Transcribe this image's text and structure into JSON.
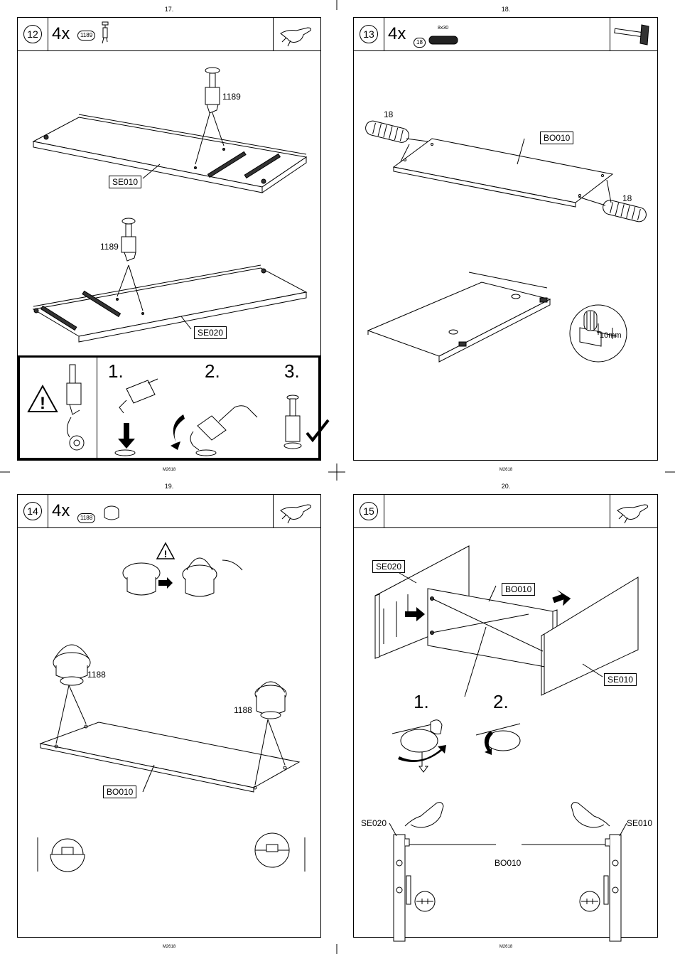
{
  "page_numbers": [
    "17.",
    "18.",
    "19.",
    "20."
  ],
  "doc_code": "M2618",
  "steps": [
    {
      "number": "12",
      "quantity": "4x",
      "part": "1189",
      "labels": {
        "part_a": "1189",
        "part_b": "1189",
        "board_top": "SE010",
        "board_bottom": "SE020"
      },
      "instructions": [
        "1.",
        "2.",
        "3."
      ]
    },
    {
      "number": "13",
      "quantity": "4x",
      "part": "18",
      "size": "8x30",
      "labels": {
        "dowel_a": "18",
        "dowel_b": "18",
        "board": "BO010",
        "depth": "10mm"
      }
    },
    {
      "number": "14",
      "quantity": "4x",
      "part": "1188",
      "labels": {
        "cam_a": "1188",
        "cam_b": "1188",
        "board": "BO010"
      }
    },
    {
      "number": "15",
      "labels": {
        "side_left": "SE020",
        "shelf": "BO010",
        "side_right": "SE010",
        "left_bottom": "SE020",
        "right_bottom": "SE010",
        "shelf_bottom": "BO010"
      },
      "instructions": [
        "1.",
        "2."
      ]
    }
  ],
  "icons": [
    "hand-press-icon",
    "hammer-icon",
    "warning-icon",
    "checkmark-icon",
    "rotate-arrow-icon"
  ]
}
